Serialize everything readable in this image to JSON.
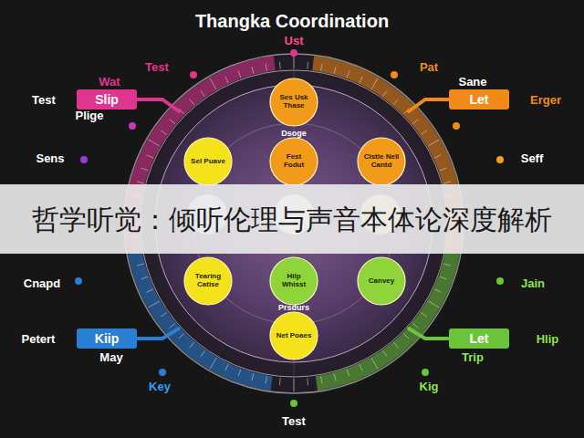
{
  "diagram": {
    "title": "Thangka Coordination",
    "nodes": [
      {
        "text": [
          "Slip"
        ]
      },
      {
        "text": [
          "Let"
        ]
      },
      {
        "text": [
          "Ses Usk Thase"
        ]
      },
      {
        "text": [
          "Sel Puave"
        ]
      },
      {
        "text": [
          "Fest Fodut"
        ]
      },
      {
        "text": [
          "Cistle Nell Cantd"
        ]
      },
      {
        "text": [
          "哲学听觉：倾听伦理与声音本体论深度解析"
        ]
      },
      {
        "text": [
          "Tearing Catise"
        ]
      },
      {
        "text": [
          "Hilp Whisst"
        ]
      },
      {
        "text": [
          "Canvey"
        ]
      },
      {
        "text": [
          "Net Poaes"
        ]
      },
      {
        "text": [
          "Kiip"
        ]
      },
      {
        "text": [
          "Let"
        ]
      }
    ],
    "labels": [
      "Ust",
      "Test",
      "Wat",
      "Test",
      "Plige",
      "Sens",
      "Pat",
      "Sane",
      "Erger",
      "Seff",
      "Dsoge",
      "Prsdurs",
      "Cnapd",
      "Petert",
      "May",
      "Key",
      "Test",
      "Jain",
      "Hlip",
      "Trip",
      "Kig"
    ]
  }
}
